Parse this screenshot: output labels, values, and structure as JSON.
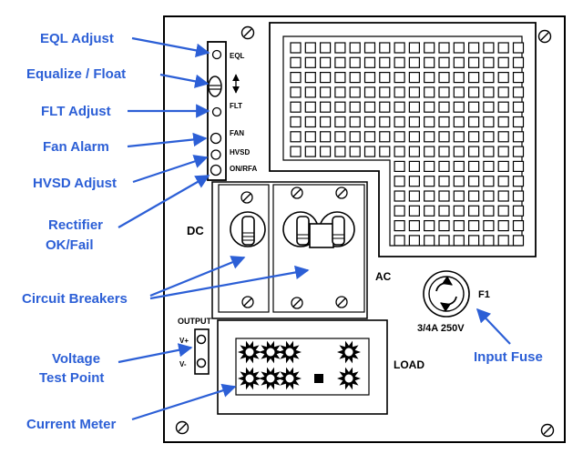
{
  "callouts": {
    "eql_adjust": "EQL Adjust",
    "equalize_float": "Equalize / Float",
    "flt_adjust": "FLT Adjust",
    "fan_alarm": "Fan Alarm",
    "hvsd_adjust": "HVSD Adjust",
    "rectifier_line1": "Rectifier",
    "rectifier_line2": "OK/Fail",
    "circuit_breakers": "Circuit Breakers",
    "voltage_line1": "Voltage",
    "voltage_line2": "Test Point",
    "current_meter": "Current Meter",
    "input_fuse": "Input Fuse"
  },
  "panel": {
    "eql": "EQL",
    "flt": "FLT",
    "fan": "FAN",
    "hvsd": "HVSD",
    "on_rfa": "ON/RFA",
    "dc": "DC",
    "ac": "AC",
    "f1": "F1",
    "fuse_rating": "3/4A 250V",
    "output": "OUTPUT",
    "v_plus": "V+",
    "v_minus": "V-",
    "load": "LOAD"
  },
  "colors": {
    "callout": "#2c5fd6",
    "panel_line": "#000000",
    "background": "#ffffff"
  }
}
